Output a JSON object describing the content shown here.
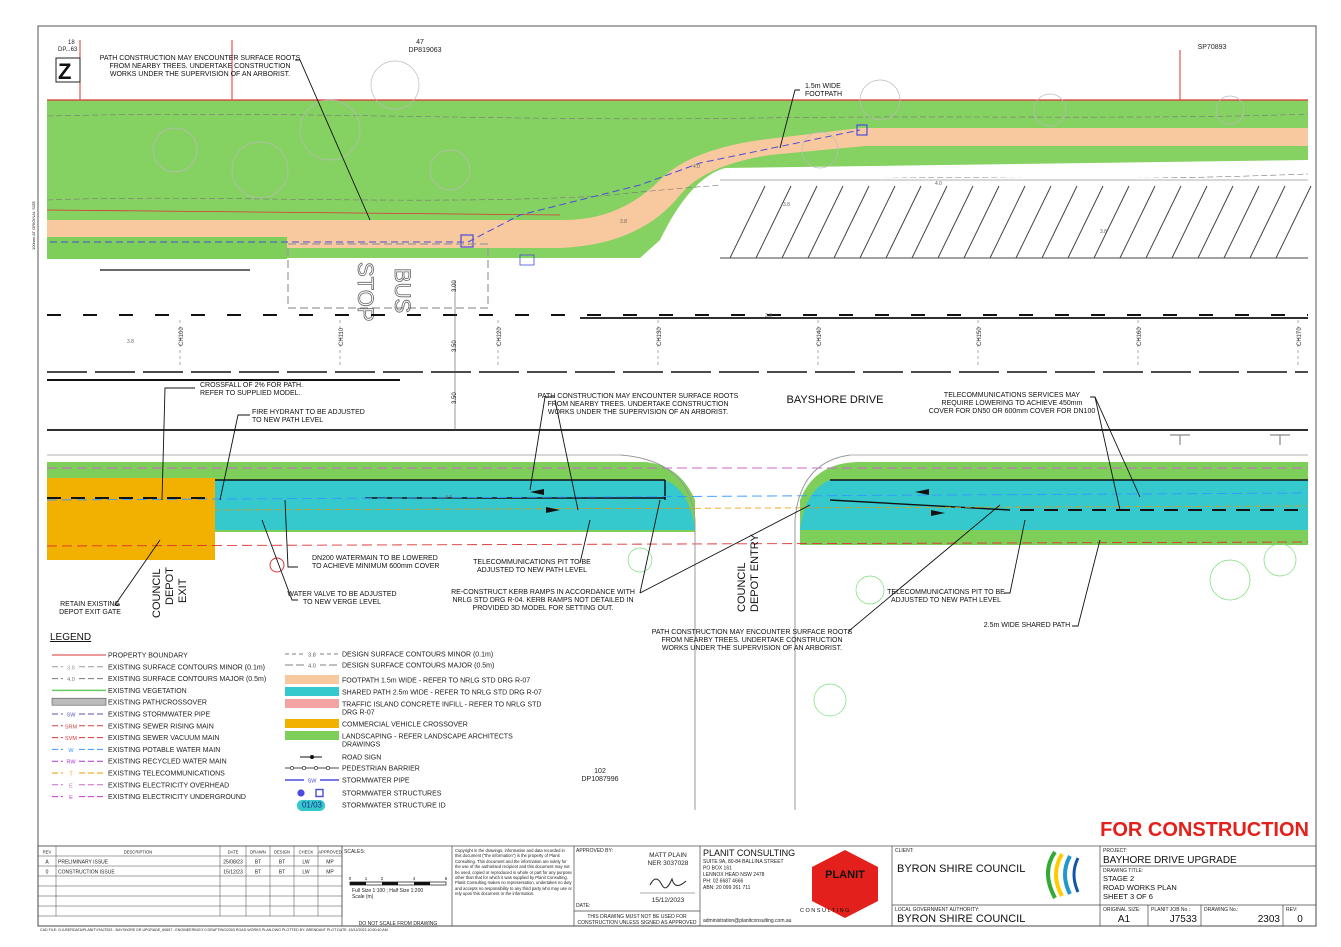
{
  "stamp": "FOR CONSTRUCTION",
  "road_name": "BAYSHORE DRIVE",
  "bus_stop": [
    "BUS",
    "STOP"
  ],
  "council_exit": [
    "COUNCIL",
    "DEPOT",
    "EXIT"
  ],
  "council_entry": [
    "COUNCIL",
    "DEPOT ENTRY"
  ],
  "lots": {
    "lot47": [
      "47",
      "DP819063"
    ],
    "sp": "SP70893",
    "lot102": [
      "102",
      "DP1087996"
    ],
    "lot_tl": [
      "18",
      "DP...63"
    ]
  },
  "chainages": [
    "CH100",
    "CH110",
    "CH120",
    "CH130",
    "CH140",
    "CH150",
    "CH160",
    "CH170"
  ],
  "dims": [
    "3.00",
    "3.50",
    "3.50"
  ],
  "contours": [
    "3.8",
    "4.0",
    "3.8",
    "3.8",
    "4.0",
    "4.0",
    "3.8",
    "3.8"
  ],
  "annotations": {
    "roots_top": [
      "PATH CONSTRUCTION MAY ENCOUNTER SURFACE ROOTS",
      "FROM NEARBY TREES. UNDERTAKE CONSTRUCTION",
      "WORKS UNDER THE SUPERVISION OF AN ARBORIST."
    ],
    "footpath": [
      "1.5m WIDE",
      "FOOTPATH"
    ],
    "crossfall": [
      "CROSSFALL OF 2% FOR PATH.",
      "REFER TO SUPPLIED MODEL."
    ],
    "hydrant": [
      "FIRE HYDRANT TO BE ADJUSTED",
      "TO NEW PATH LEVEL"
    ],
    "roots_mid": [
      "PATH CONSTRUCTION MAY ENCOUNTER SURFACE ROOTS",
      "FROM NEARBY TREES. UNDERTAKE CONSTRUCTION",
      "WORKS UNDER THE SUPERVISION OF AN ARBORIST."
    ],
    "telecom_services": [
      "TELECOMMUNICATIONS SERVICES MAY",
      "REQUIRE LOWERING TO ACHIEVE 450mm",
      "COVER FOR DN50 OR 600mm COVER FOR DN100"
    ],
    "watermain": [
      "DN200 WATERMAIN TO BE LOWERED",
      "TO ACHIEVE MINIMUM 600mm COVER"
    ],
    "telecom_pit1": [
      "TELECOMMUNICATIONS PIT TO BE",
      "ADJUSTED TO NEW PATH LEVEL"
    ],
    "kerb": [
      "RE-CONSTRUCT KERB RAMPS IN ACCORDANCE WITH",
      "NRLG STD DRG R-04. KERB RAMPS NOT DETAILED IN",
      "PROVIDED 3D MODEL FOR SETTING OUT."
    ],
    "telecom_pit2": [
      "TELECOMMUNICATIONS PIT TO BE",
      "ADJUSTED TO NEW PATH LEVEL"
    ],
    "shared_path": "2.5m WIDE SHARED PATH",
    "retain_gate": [
      "RETAIN EXISTING",
      "DEPOT EXIT GATE"
    ],
    "water_valve": [
      "WATER VALVE TO BE ADJUSTED",
      "TO NEW VERGE LEVEL"
    ],
    "roots_bottom": [
      "PATH CONSTRUCTION MAY ENCOUNTER SURFACE ROOTS",
      "FROM NEARBY TREES. UNDERTAKE CONSTRUCTION",
      "WORKS UNDER THE SUPERVISION OF AN ARBORIST."
    ]
  },
  "legend": {
    "title": "LEGEND",
    "left": [
      {
        "code": "",
        "label": "PROPERTY BOUNDARY",
        "color": "#d33"
      },
      {
        "code": "3.8",
        "label": "EXISTING SURFACE CONTOURS MINOR (0.1m)",
        "color": "#999"
      },
      {
        "code": "4.0",
        "label": "EXISTING SURFACE CONTOURS MAJOR (0.5m)",
        "color": "#777"
      },
      {
        "code": "",
        "label": "EXISTING VEGETATION",
        "color": "#6c6"
      },
      {
        "code": "",
        "label": "EXISTING PATH/CROSSOVER",
        "color": "#bbb"
      },
      {
        "code": "SW",
        "label": "EXISTING STORMWATER PIPE",
        "color": "#55a"
      },
      {
        "code": "SRM",
        "label": "EXISTING SEWER RISING MAIN",
        "color": "#c44"
      },
      {
        "code": "SVM",
        "label": "EXISTING SEWER VACUUM MAIN",
        "color": "#d33"
      },
      {
        "code": "W",
        "label": "EXISTING POTABLE WATER MAIN",
        "color": "#39f"
      },
      {
        "code": "RW",
        "label": "EXISTING RECYCLED WATER MAIN",
        "color": "#a3c"
      },
      {
        "code": "T",
        "label": "EXISTING TELECOMMUNICATIONS",
        "color": "#e90"
      },
      {
        "code": "E",
        "label": "EXISTING ELECTRICITY OVERHEAD",
        "color": "#c6c"
      },
      {
        "code": "E",
        "label": "EXISTING ELECTRICITY UNDERGROUND",
        "color": "#c3c"
      }
    ],
    "right": [
      {
        "code": "3.8",
        "label": "DESIGN SURFACE CONTOURS MINOR (0.1m)"
      },
      {
        "code": "4.0",
        "label": "DESIGN SURFACE CONTOURS MAJOR (0.5m)"
      },
      {
        "label": "FOOTPATH 1.5m WIDE - REFER TO NRLG STD DRG R-07",
        "color": "#f8c99e"
      },
      {
        "label": "SHARED PATH 2.5m WIDE - REFER TO NRLG STD DRG R-07",
        "color": "#35c8cc"
      },
      {
        "label": "TRAFFIC ISLAND CONCRETE INFILL - REFER TO NRLG STD",
        "label2": "DRG R-07",
        "color": "#f4a3a3"
      },
      {
        "label": "COMMERCIAL VEHICLE CROSSOVER",
        "color": "#f2b100"
      },
      {
        "label": "LANDSCAPING - REFER LANDSCAPE ARCHITECTS",
        "label2": "DRAWINGS",
        "color": "#7ecf5a"
      },
      {
        "label": "ROAD SIGN"
      },
      {
        "label": "PEDESTRIAN BARRIER"
      },
      {
        "code": "SW",
        "label": "STORMWATER PIPE"
      },
      {
        "label": "STORMWATER STRUCTURES"
      },
      {
        "code": "01/03",
        "label": "STORMWATER STRUCTURE ID"
      }
    ]
  },
  "title_block": {
    "rev_headers": [
      "REV",
      "DESCRIPTION",
      "DATE",
      "DRAWN",
      "DESIGN",
      "CHECK",
      "APPROVED"
    ],
    "rev_rows": [
      [
        "A",
        "PRELIMINARY ISSUE",
        "25/08/23",
        "BT",
        "BT",
        "LW",
        "MP"
      ],
      [
        "0",
        "CONSTRUCTION ISSUE",
        "15/12/23",
        "BT",
        "BT",
        "LW",
        "MP"
      ]
    ],
    "scales_label": "SCALES:",
    "scale_ticks": [
      "0",
      "1",
      "2",
      "4",
      "6"
    ],
    "scale_text": [
      "Full Size 1:100 ; Half Size 1:200",
      "Scale (m)"
    ],
    "do_not_scale": "DO NOT SCALE FROM DRAWING",
    "copyright": "Copyright in the drawings, information and data recorded in this document (\"the information\") is the property of Planit Consulting. This document and the information are solely for the use of the authorised recipient and this document may not be used, copied or reproduced in whole or part for any purpose other than that for which it was supplied by Planit Consulting. Planit Consulting makes no representation, undertakes no duty and accepts no responsibility to any third party who may use or rely upon this document or the information.",
    "approved_by": "APPROVED BY:",
    "approver": [
      "MATT PLAIN",
      "NER 3037028"
    ],
    "approved_date": "15/12/2023",
    "date_label": "DATE:",
    "not_used_note": [
      "THIS DRAWING MUST NOT BE USED FOR",
      "CONSTRUCTION UNLESS SIGNED AS APPROVED"
    ],
    "company": "PLANIT CONSULTING",
    "company_addr": [
      "SUITE 9A, 80-84 BALLINA STREET",
      "PO BOX 161",
      "LENNOX HEAD NSW 2478",
      "PH: 02 6687 4666",
      "ABN: 20 099 261 711"
    ],
    "email": "administration@planitconsulting.com.au",
    "logo_text": "PLANIT",
    "logo_sub": "C O N S U L T I N G",
    "client_label": "CLIENT:",
    "client": "BYRON SHIRE COUNCIL",
    "lga_label": "LOCAL GOVERNMENT AUTHORITY:",
    "lga": "BYRON SHIRE COUNCIL",
    "project_label": "PROJECT:",
    "project": "BAYHORE DRIVE UPGRADE",
    "drawing_title_label": "DRAWING TITLE:",
    "drawing_title": [
      "STAGE 2",
      "ROAD WORKS PLAN",
      "SHEET 3 OF 6"
    ],
    "orig_size_label": "ORIGINAL SIZE:",
    "orig_size": "A1",
    "job_label": "PLANIT JOB No.:",
    "job": "J7533",
    "drawing_no_label": "DRAWING No.:",
    "drawing_no": "2303",
    "rev_label": "REV:",
    "rev": "0",
    "cad_file": "CAD FILE: G:\\USERDATA\\PLANIT\\YN\\J7533 - BAYSHORE DR UPGRADE_60657 - ENGINEERING\\7.0 DRAFTING\\2303 ROAD WORKS PLAN.DWG PLOTTED BY: BRENDANT  PLOT DATE: 15/12/2023 10:50:40 AM",
    "side_text": "100mm AT ORIGINAL SIZE"
  },
  "colors": {
    "landscape": "#7ecf5a",
    "footpath": "#f8c99e",
    "shared": "#35c8cc",
    "crossover": "#f2b100",
    "boundary": "#d33",
    "stamp": "#e3201b"
  }
}
